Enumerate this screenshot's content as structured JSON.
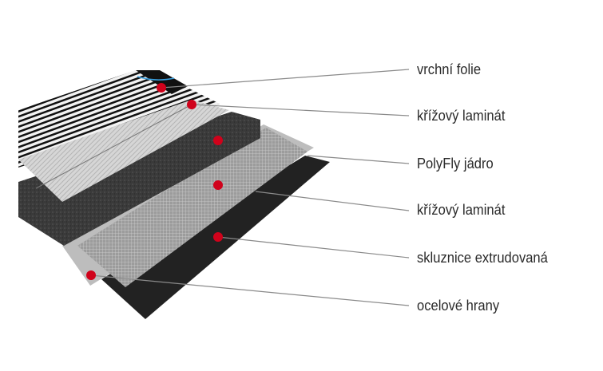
{
  "diagram": {
    "layers": [
      {
        "label": "vrchní folie"
      },
      {
        "label": "křížový laminát"
      },
      {
        "label": "PolyFly jádro"
      },
      {
        "label": "křížový laminát"
      },
      {
        "label": "skluznice extrudovaná"
      },
      {
        "label": "ocelové hrany"
      }
    ],
    "colors": {
      "marker": "#d0021b",
      "leader": "#8a8a8a",
      "base": "#222222",
      "core": "#3b3b3b"
    }
  }
}
